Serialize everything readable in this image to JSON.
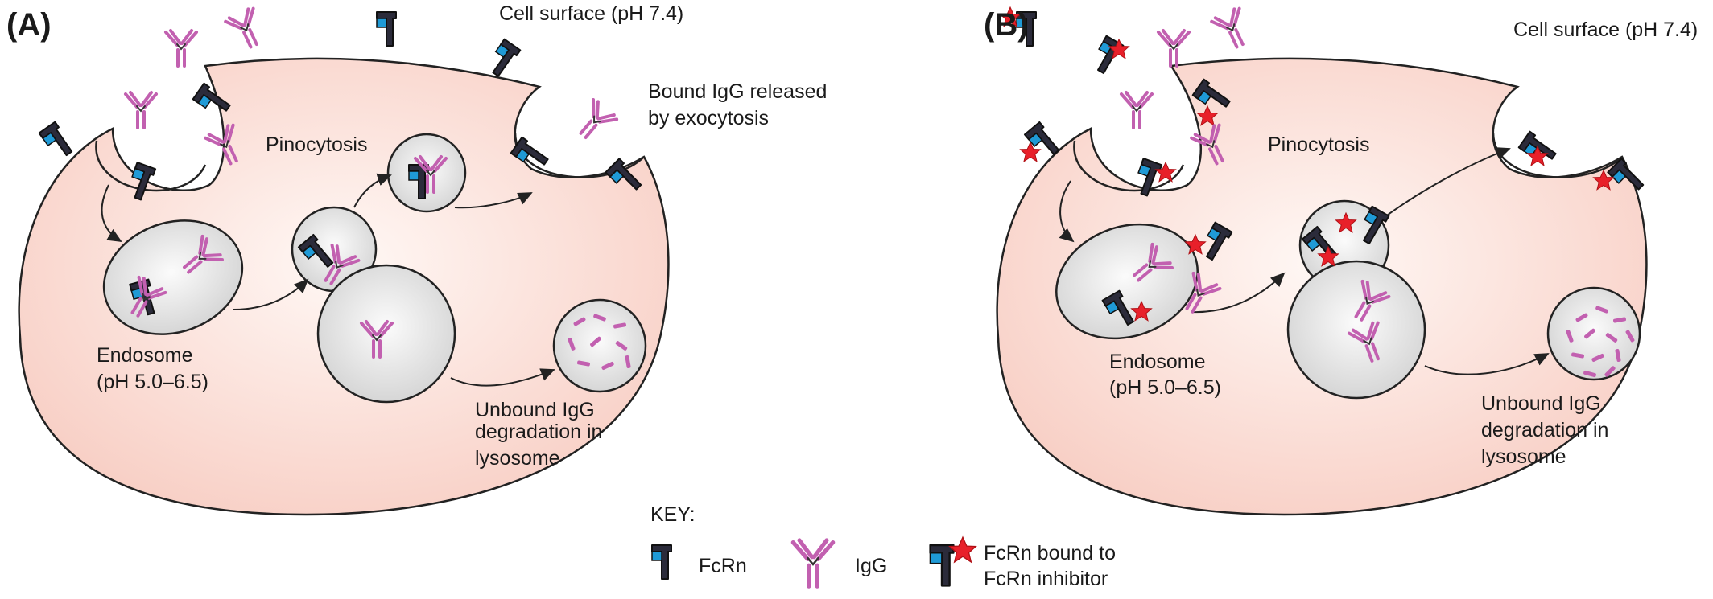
{
  "panels": [
    {
      "id": "A",
      "label": "(A)",
      "cell_surface": "Cell surface (pH 7.4)",
      "pinocytosis": "Pinocytosis",
      "exocytosis": [
        "Bound IgG released",
        "by exocytosis"
      ],
      "endosome": [
        "Endosome",
        "(pH 5.0–6.5)"
      ],
      "lysosome": [
        "Unbound IgG",
        "degradation in",
        "lysosome"
      ]
    },
    {
      "id": "B",
      "label": "(B)",
      "cell_surface": "Cell surface (pH 7.4)",
      "pinocytosis": "Pinocytosis",
      "endosome": [
        "Endosome",
        "(pH 5.0–6.5)"
      ],
      "lysosome": [
        "Unbound IgG",
        "degradation in",
        "lysosome"
      ]
    }
  ],
  "key": {
    "title": "KEY:",
    "fcrn": "FcRn",
    "igg": "IgG",
    "fcrn_bound": [
      "FcRn bound to",
      "FcRn inhibitor"
    ]
  },
  "colors": {
    "cell_fill": "#fbe1da",
    "vesicle_fill": "#ebebeb",
    "outline": "#222222",
    "fcrn_body": "#2b2b3a",
    "fcrn_blue": "#1f9ad6",
    "igg": "#c260b0",
    "inhibitor_star": "#e8202a"
  }
}
